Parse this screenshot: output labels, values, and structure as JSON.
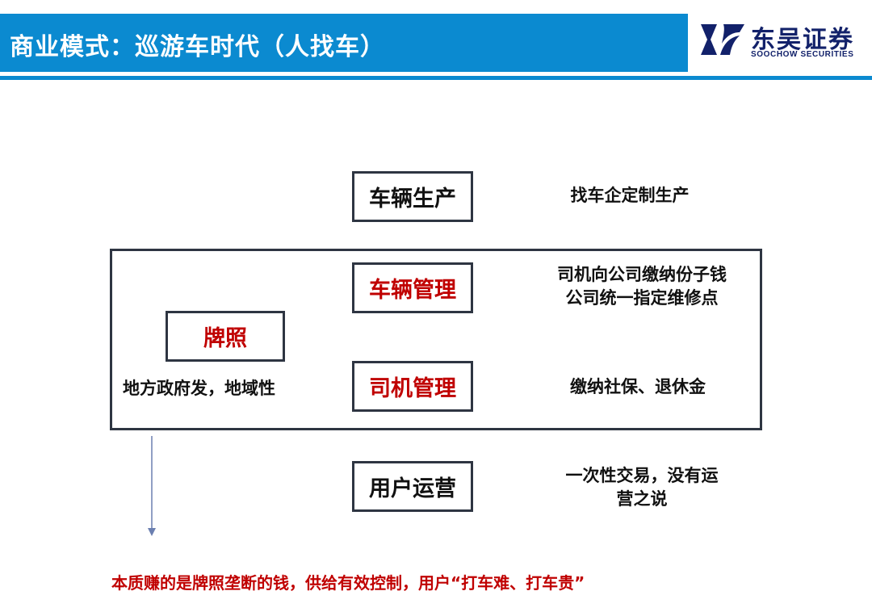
{
  "header": {
    "title": "商业模式：巡游车时代（人找车）",
    "logo_cn": "东吴证券",
    "logo_en": "SOOCHOW SECURITIES"
  },
  "diagram": {
    "license": {
      "label": "牌照",
      "description": "地方政府发，地域性"
    },
    "stages": [
      {
        "label": "车辆生产",
        "note_lines": [
          "找车企定制生产"
        ]
      },
      {
        "label": "车辆管理",
        "note_lines": [
          "司机向公司缴纳份子钱",
          "公司统一指定维修点"
        ]
      },
      {
        "label": "司机管理",
        "note_lines": [
          "缴纳社保、退休金"
        ]
      },
      {
        "label": "用户运营",
        "note_lines": [
          "一次性交易，没有运",
          "营之说"
        ]
      }
    ],
    "conclusion": "本质赚的是牌照垄断的钱，供给有效控制，用户“打车难、打车贵”"
  },
  "colors": {
    "brand_blue": "#0b8ad0",
    "logo_navy": "#12216a",
    "highlight_red": "#c00000",
    "frame": "#2e3542",
    "arrow": "#6b7fb0"
  }
}
